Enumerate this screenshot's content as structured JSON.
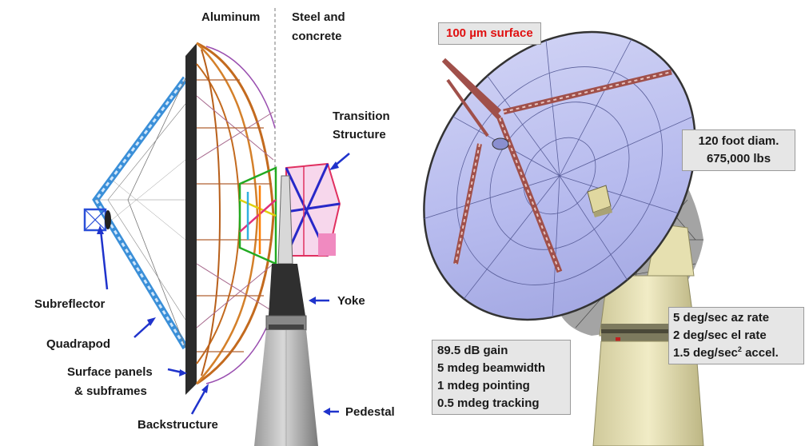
{
  "left_diagram": {
    "material_labels": {
      "left": "Aluminum",
      "right_line1": "Steel and",
      "right_line2": "concrete"
    },
    "part_labels": {
      "transition_line1": "Transition",
      "transition_line2": "Structure",
      "subreflector": "Subreflector",
      "quadrapod": "Quadrapod",
      "surface_line1": "Surface panels",
      "surface_line2": "& subframes",
      "backstructure": "Backstructure",
      "yoke": "Yoke",
      "pedestal": "Pedestal"
    }
  },
  "right_diagram": {
    "surface_badge": "100 µm surface",
    "size_box": {
      "line1": "120 foot diam.",
      "line2": "675,000 lbs"
    },
    "rate_box": {
      "line1": "5 deg/sec az rate",
      "line2": "2 deg/sec el rate",
      "line3_main": "1.5 deg/sec",
      "line3_sup": "2",
      "line3_tail": " accel."
    },
    "performance_box": [
      "89.5 dB gain",
      "5 mdeg beamwidth",
      "1 mdeg pointing",
      "0.5 mdeg tracking"
    ]
  },
  "colors": {
    "arrow": "#1f33cc",
    "badge_text": "#e01010",
    "dish": "#b4b8ec",
    "truss_red": "#a0504a",
    "pedestal": "#e8e4b4"
  }
}
